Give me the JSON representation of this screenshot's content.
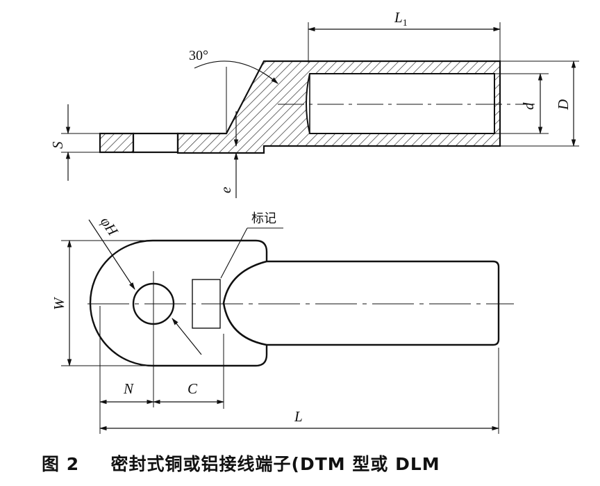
{
  "diagram": {
    "angle_label": "30°",
    "labels": {
      "L1": "L",
      "L1_sub": "1",
      "d": "d",
      "D": "D",
      "S": "S",
      "e": "e",
      "phiH": "φH",
      "W": "W",
      "N": "N",
      "C": "C",
      "L": "L",
      "marking": "标记"
    }
  },
  "caption": {
    "figure": "图 2",
    "title": "密封式铜或铝接线端子(DTM 型或 DLM"
  }
}
